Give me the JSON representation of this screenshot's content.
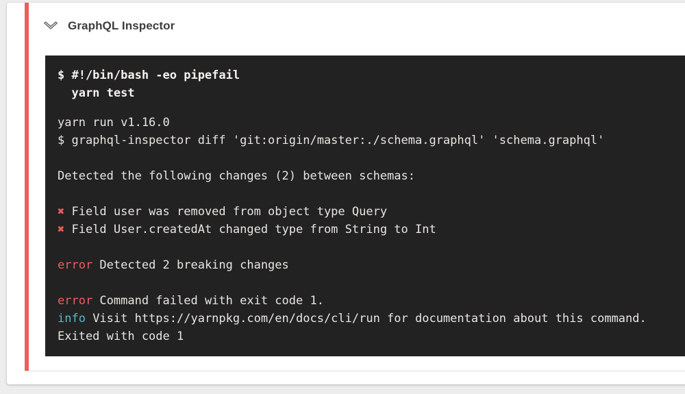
{
  "page": {
    "background": "#ededed"
  },
  "step": {
    "title": "GraphQL Inspector",
    "status": "failed",
    "status_color": "#ee5c5c",
    "chevron_icon": "chevron-down-icon",
    "chevron_color": "#5f5f5f",
    "title_color": "#3d3d3d"
  },
  "terminal": {
    "background": "#222222",
    "text_color": "#e8e6e2",
    "command_color": "#f4f2ef",
    "colors": {
      "red": "#ed5e5e",
      "cyan": "#54b9c9"
    },
    "command_lines": [
      "$ #!/bin/bash -eo pipefail",
      "  yarn test"
    ],
    "output_lines": [
      [
        {
          "text": "yarn run v1.16.0"
        }
      ],
      [
        {
          "text": "$ graphql-inspector diff 'git:origin/master:./schema.graphql' 'schema.graphql'"
        }
      ],
      [],
      [
        {
          "text": "Detected the following changes (2) between schemas:"
        }
      ],
      [],
      [
        {
          "text": "✖",
          "color": "red"
        },
        {
          "text": " Field user was removed from object type Query"
        }
      ],
      [
        {
          "text": "✖",
          "color": "red"
        },
        {
          "text": " Field User.createdAt changed type from String to Int"
        }
      ],
      [],
      [
        {
          "text": "error",
          "color": "red"
        },
        {
          "text": " Detected 2 breaking changes"
        }
      ],
      [],
      [
        {
          "text": "error",
          "color": "red"
        },
        {
          "text": " Command failed with exit code 1."
        }
      ],
      [
        {
          "text": "info",
          "color": "cyan"
        },
        {
          "text": " Visit https://yarnpkg.com/en/docs/cli/run for documentation about this command."
        }
      ],
      [
        {
          "text": "Exited with code 1"
        }
      ]
    ]
  }
}
